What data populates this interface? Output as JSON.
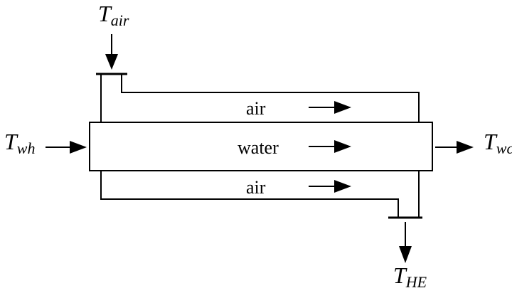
{
  "labels": {
    "air_top": "air",
    "water": "water",
    "air_bottom": "air"
  },
  "variables": {
    "t_air": {
      "main": "T",
      "sub": "air"
    },
    "t_wh": {
      "main": "T",
      "sub": "wh"
    },
    "t_wc": {
      "main": "T",
      "sub": "wc"
    },
    "t_he": {
      "main": "T",
      "sub": "HE"
    }
  }
}
